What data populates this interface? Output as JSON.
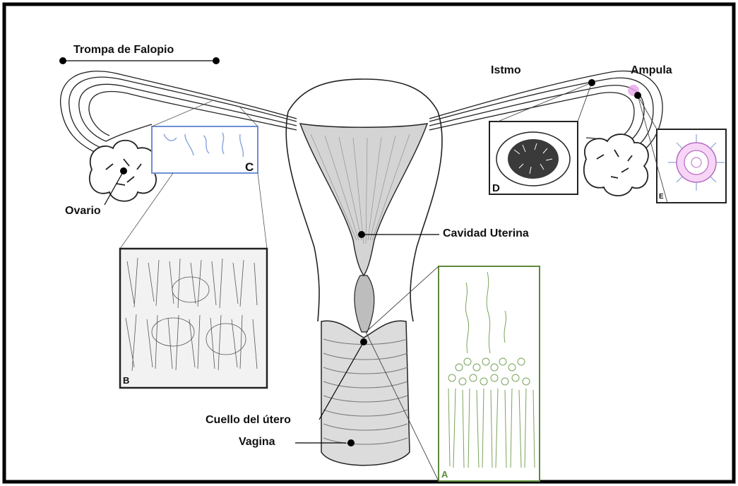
{
  "labels": {
    "fallopian_tube": "Trompa de Falopio",
    "isthmus": "Istmo",
    "ampulla": "Ampula",
    "ovary": "Ovario",
    "uterine_cavity": "Cavidad Uterina",
    "cervix": "Cuello del útero",
    "vagina": "Vagina"
  },
  "insets": {
    "A": "A",
    "B": "B",
    "C": "C",
    "D": "D",
    "E": "E"
  },
  "colors": {
    "inset_A_border": "#5d8a3a",
    "inset_C_border": "#6f8fd6",
    "inset_E_ring": "#d98be0",
    "ampulla_marker": "#e7a4ea"
  }
}
